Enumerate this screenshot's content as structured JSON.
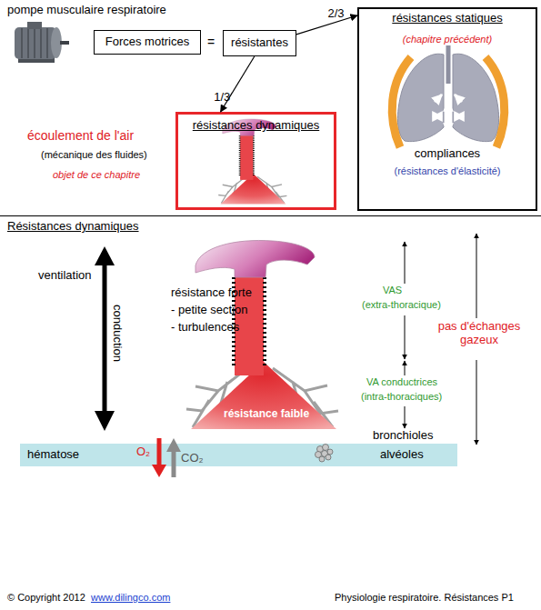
{
  "diagram": {
    "nodes": [
      {
        "text": [
          "Forces motrices"
        ]
      },
      {
        "text": [
          "résistantes"
        ]
      },
      {
        "text": [
          "résistances statiques",
          "(chapitre précédent)",
          "compliances",
          "(résistances d'élasticité)"
        ]
      },
      {
        "text": [
          "résistances dynamiques"
        ]
      },
      {
        "text": [
          "hématose",
          "alvéoles"
        ]
      }
    ],
    "edges": [
      {
        "from": 1,
        "to": 2,
        "label": "2/3",
        "arrow": "to"
      },
      {
        "from": 1,
        "to": 3,
        "label": "1/3",
        "arrow": "to"
      }
    ],
    "labels": [
      "pompe musculaire respiratoire",
      "=",
      "écoulement de l'air",
      "(mécanique des fluides)",
      "objet de ce chapitre",
      "Résistances dynamiques",
      "ventilation",
      "conduction",
      "résistance forte",
      "- petite section",
      "- turbulences",
      "résistance faible",
      "VAS",
      "(extra-thoracique)",
      "VA conductrices",
      "(intra-thoraciques)",
      "bronchioles",
      "pas d'échanges gazeux",
      "O₂",
      "CO₂",
      "© Copyright 2012",
      "www.dilingco.com",
      "Physiologie respiratoire. Résistances P1"
    ]
  }
}
